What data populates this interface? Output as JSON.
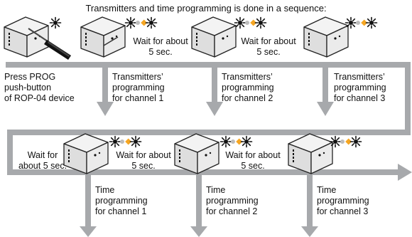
{
  "colors": {
    "arrow_gray": "#a7a9ac",
    "device_body": "#e9e9e9",
    "device_outline": "#222222",
    "screwdriver_handle": "#111111",
    "led_ring": "#111111",
    "led_gray": "#bdbdbd",
    "led_orange": "#f5a623"
  },
  "title": "Transmitters and time programming is done in a sequence:",
  "row1": {
    "wait_1": "Wait for about\n5 sec.",
    "wait_2": "Wait for about\n5 sec.",
    "step_prog": "Press PROG\npush-button\nof ROP-04 device",
    "step_tx1": "Transmitters’\nprogramming\nfor channel 1",
    "step_tx2": "Transmitters’\nprogramming\nfor channel 2",
    "step_tx3": "Transmitters’\nprogramming\nfor channel 3"
  },
  "row2": {
    "wait_1": "Wait for\nabout 5 sec.",
    "wait_2": "Wait for about\n5 sec.",
    "wait_3": "Wait for about\n5 sec.",
    "step_t1": "Time\nprogramming\nfor channel 1",
    "step_t2": "Time\nprogramming\nfor channel 2",
    "step_t3": "Time\nprogramming\nfor channel 3"
  },
  "icons": {
    "device": "rop-04-device-icon",
    "screwdriver": "screwdriver-icon",
    "led_on": "led-on-icon",
    "led_blink": "led-blink-sequence-icon"
  }
}
